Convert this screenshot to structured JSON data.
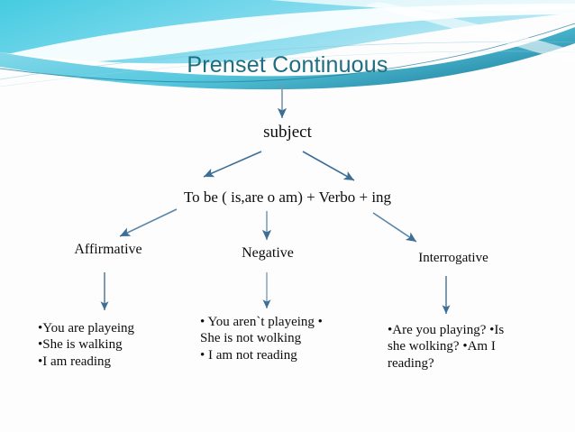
{
  "slide": {
    "title": "Prenset Continuous",
    "title_color": "#1F6E80",
    "background_color": "#fdfdfd",
    "arrow_color": "#3c6e96",
    "banner": {
      "gradient_from": "#4ecfe0",
      "gradient_to": "#a9e3f0",
      "accent_dark": "#1d7f99"
    }
  },
  "diagram": {
    "root": "subject",
    "formula": "To be ( is,are o am) + Verbo + ing",
    "branches": [
      {
        "label": "Affirmative",
        "examples": [
          "•You are playeing",
          "•She is walking",
          "•I am reading"
        ]
      },
      {
        "label": "Negative",
        "examples": [
          "• You aren`t playeing •",
          "She is not wolking",
          " • I am not reading"
        ]
      },
      {
        "label": "Interrogative",
        "examples": [
          "•Are you playing? •Is",
          "she wolking? •Am I",
          "reading?"
        ]
      }
    ]
  }
}
